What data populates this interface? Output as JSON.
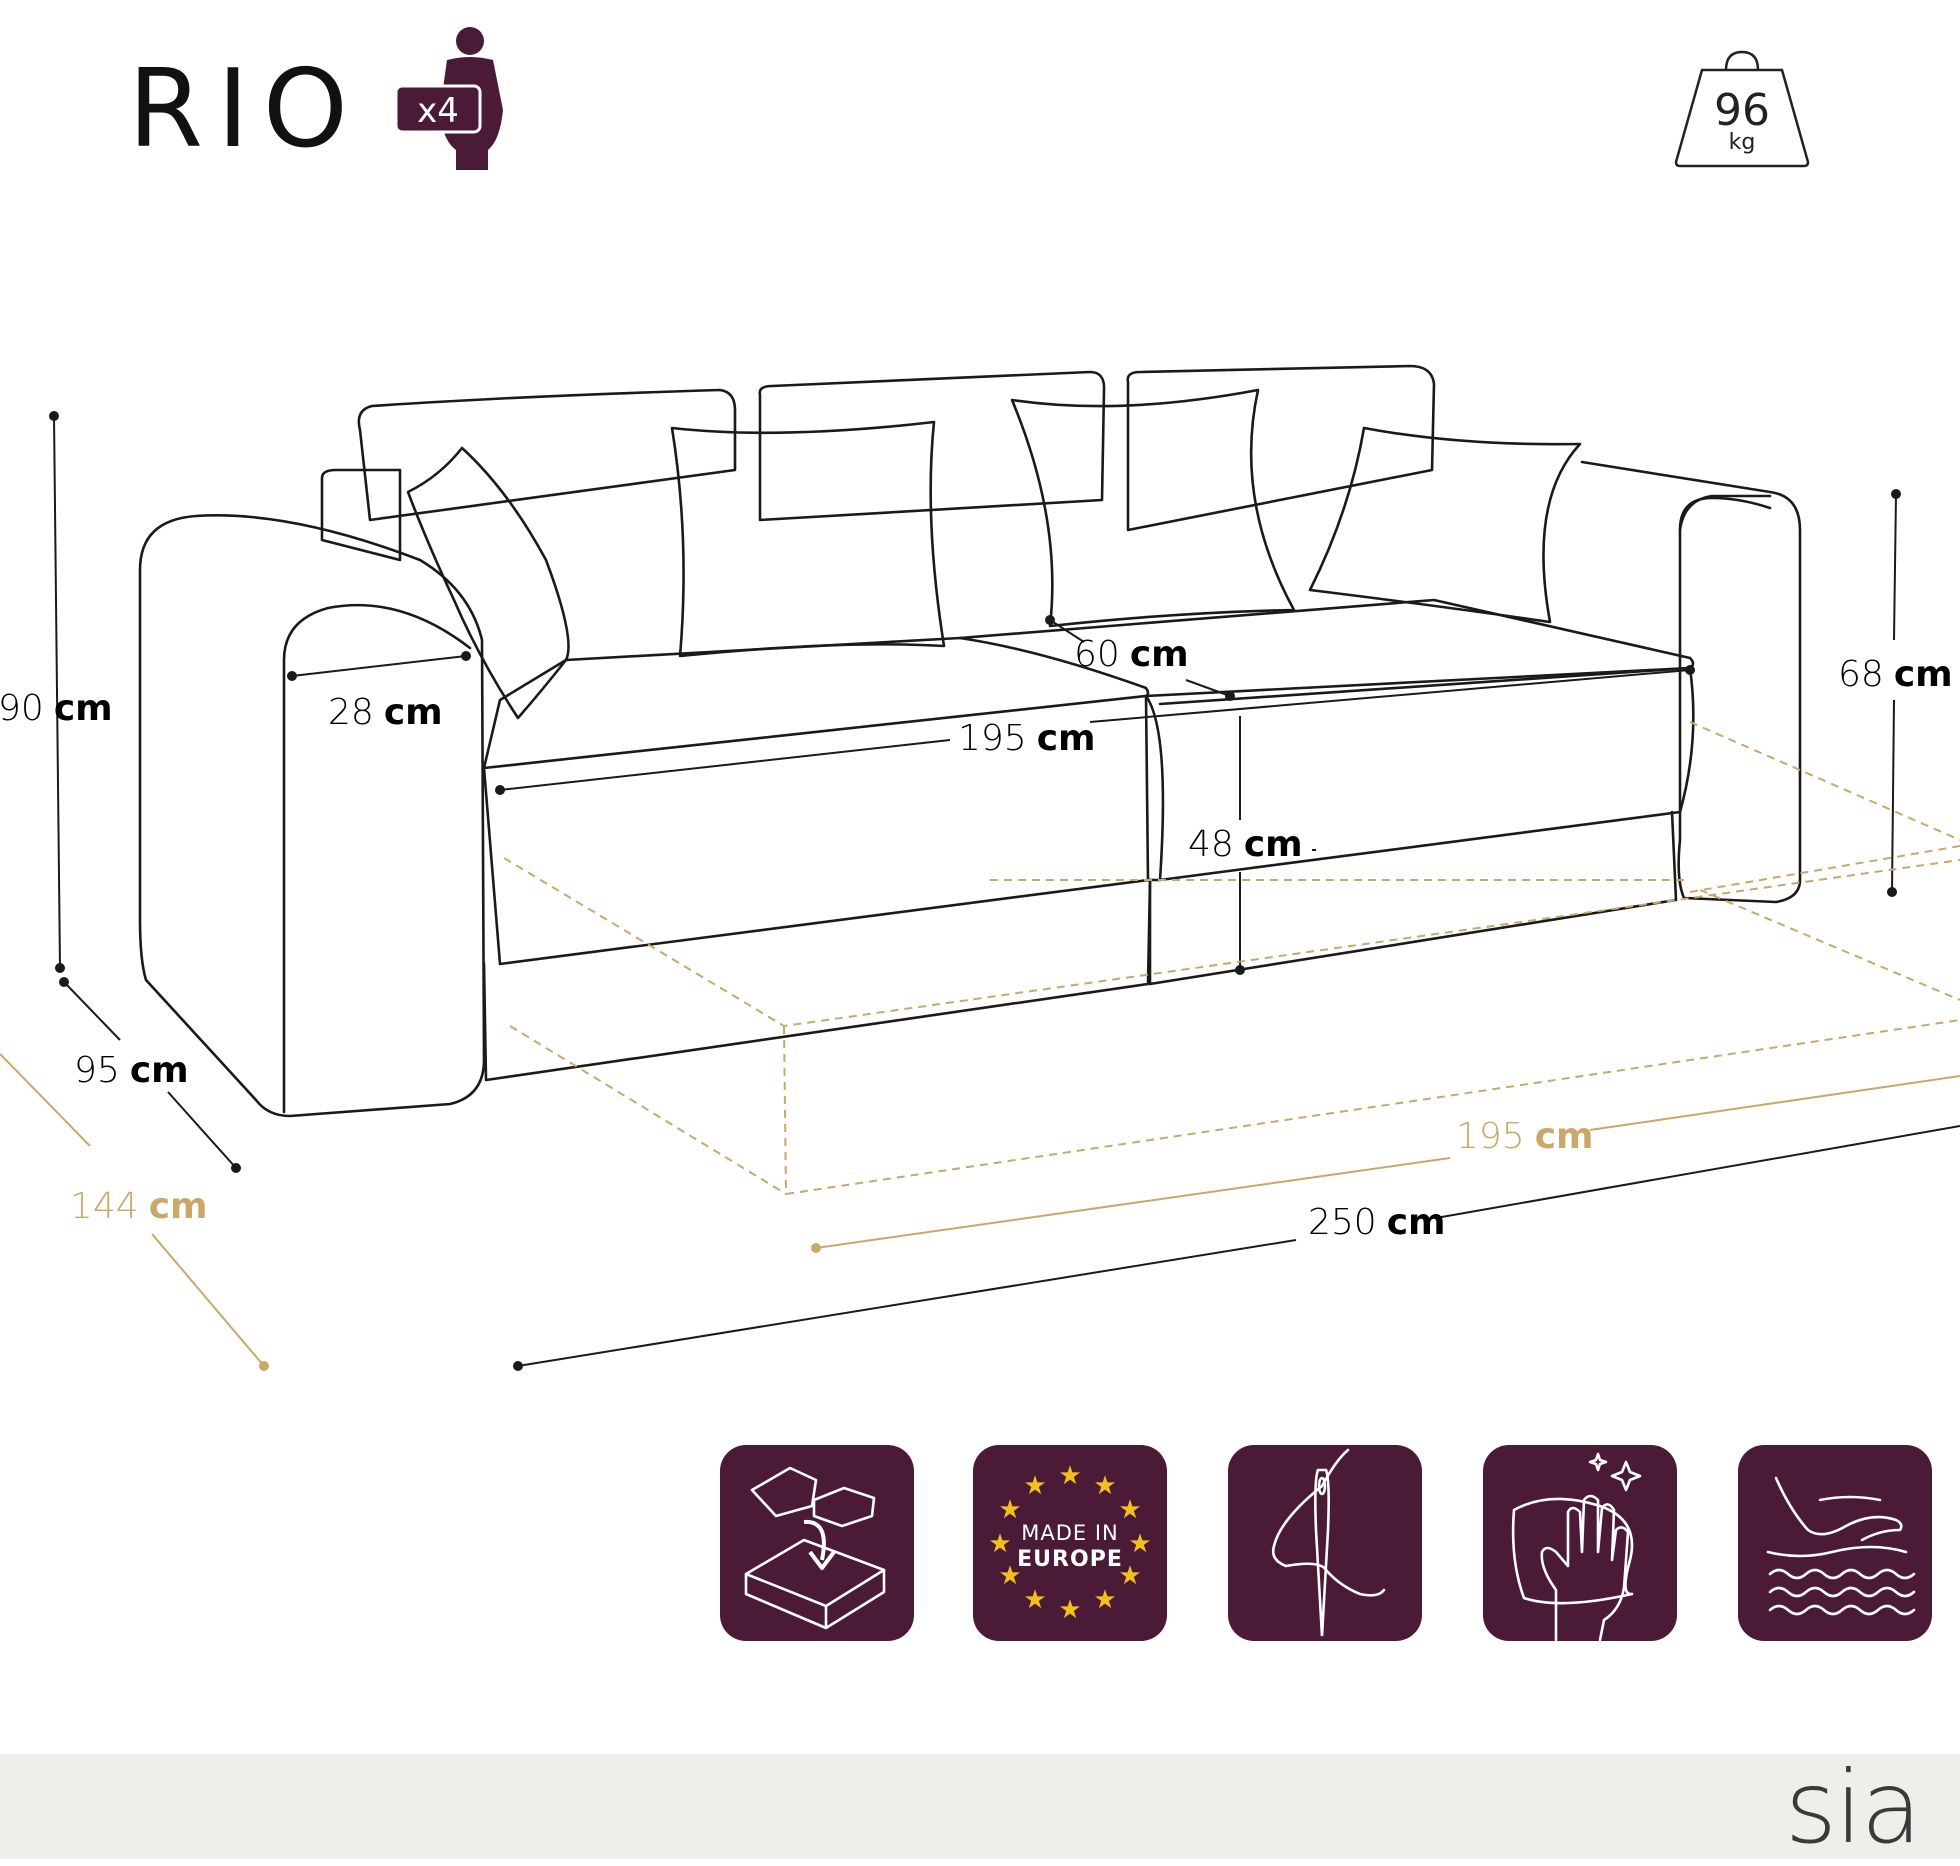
{
  "product": {
    "name": "RIO",
    "packages_label": "x4",
    "weight_value": "96",
    "weight_unit": "kg"
  },
  "dimensions": {
    "height_total": {
      "value": "90",
      "unit": "cm"
    },
    "arm_width": {
      "value": "28",
      "unit": "cm"
    },
    "seat_depth": {
      "value": "60",
      "unit": "cm"
    },
    "seat_width": {
      "value": "195",
      "unit": "cm"
    },
    "seat_height": {
      "value": "48",
      "unit": "cm"
    },
    "arm_height": {
      "value": "68",
      "unit": "cm"
    },
    "depth": {
      "value": "95",
      "unit": "cm"
    },
    "bed_depth": {
      "value": "144",
      "unit": "cm"
    },
    "bed_width": {
      "value": "195",
      "unit": "cm"
    },
    "total_width": {
      "value": "250",
      "unit": "cm"
    }
  },
  "features": [
    {
      "icon": "storage-box-icon"
    },
    {
      "icon": "made-in-europe-icon",
      "line1": "MADE IN",
      "line2": "EUROPE"
    },
    {
      "icon": "needle-thread-icon"
    },
    {
      "icon": "cleaning-cloth-icon"
    },
    {
      "icon": "foam-comfort-icon"
    }
  ],
  "colors": {
    "icon_bg": "#4b1a36",
    "accent_gold": "#c9a86a",
    "line": "#1a1a1a",
    "footer_bg": "#f0eeea"
  },
  "brand": "sia"
}
